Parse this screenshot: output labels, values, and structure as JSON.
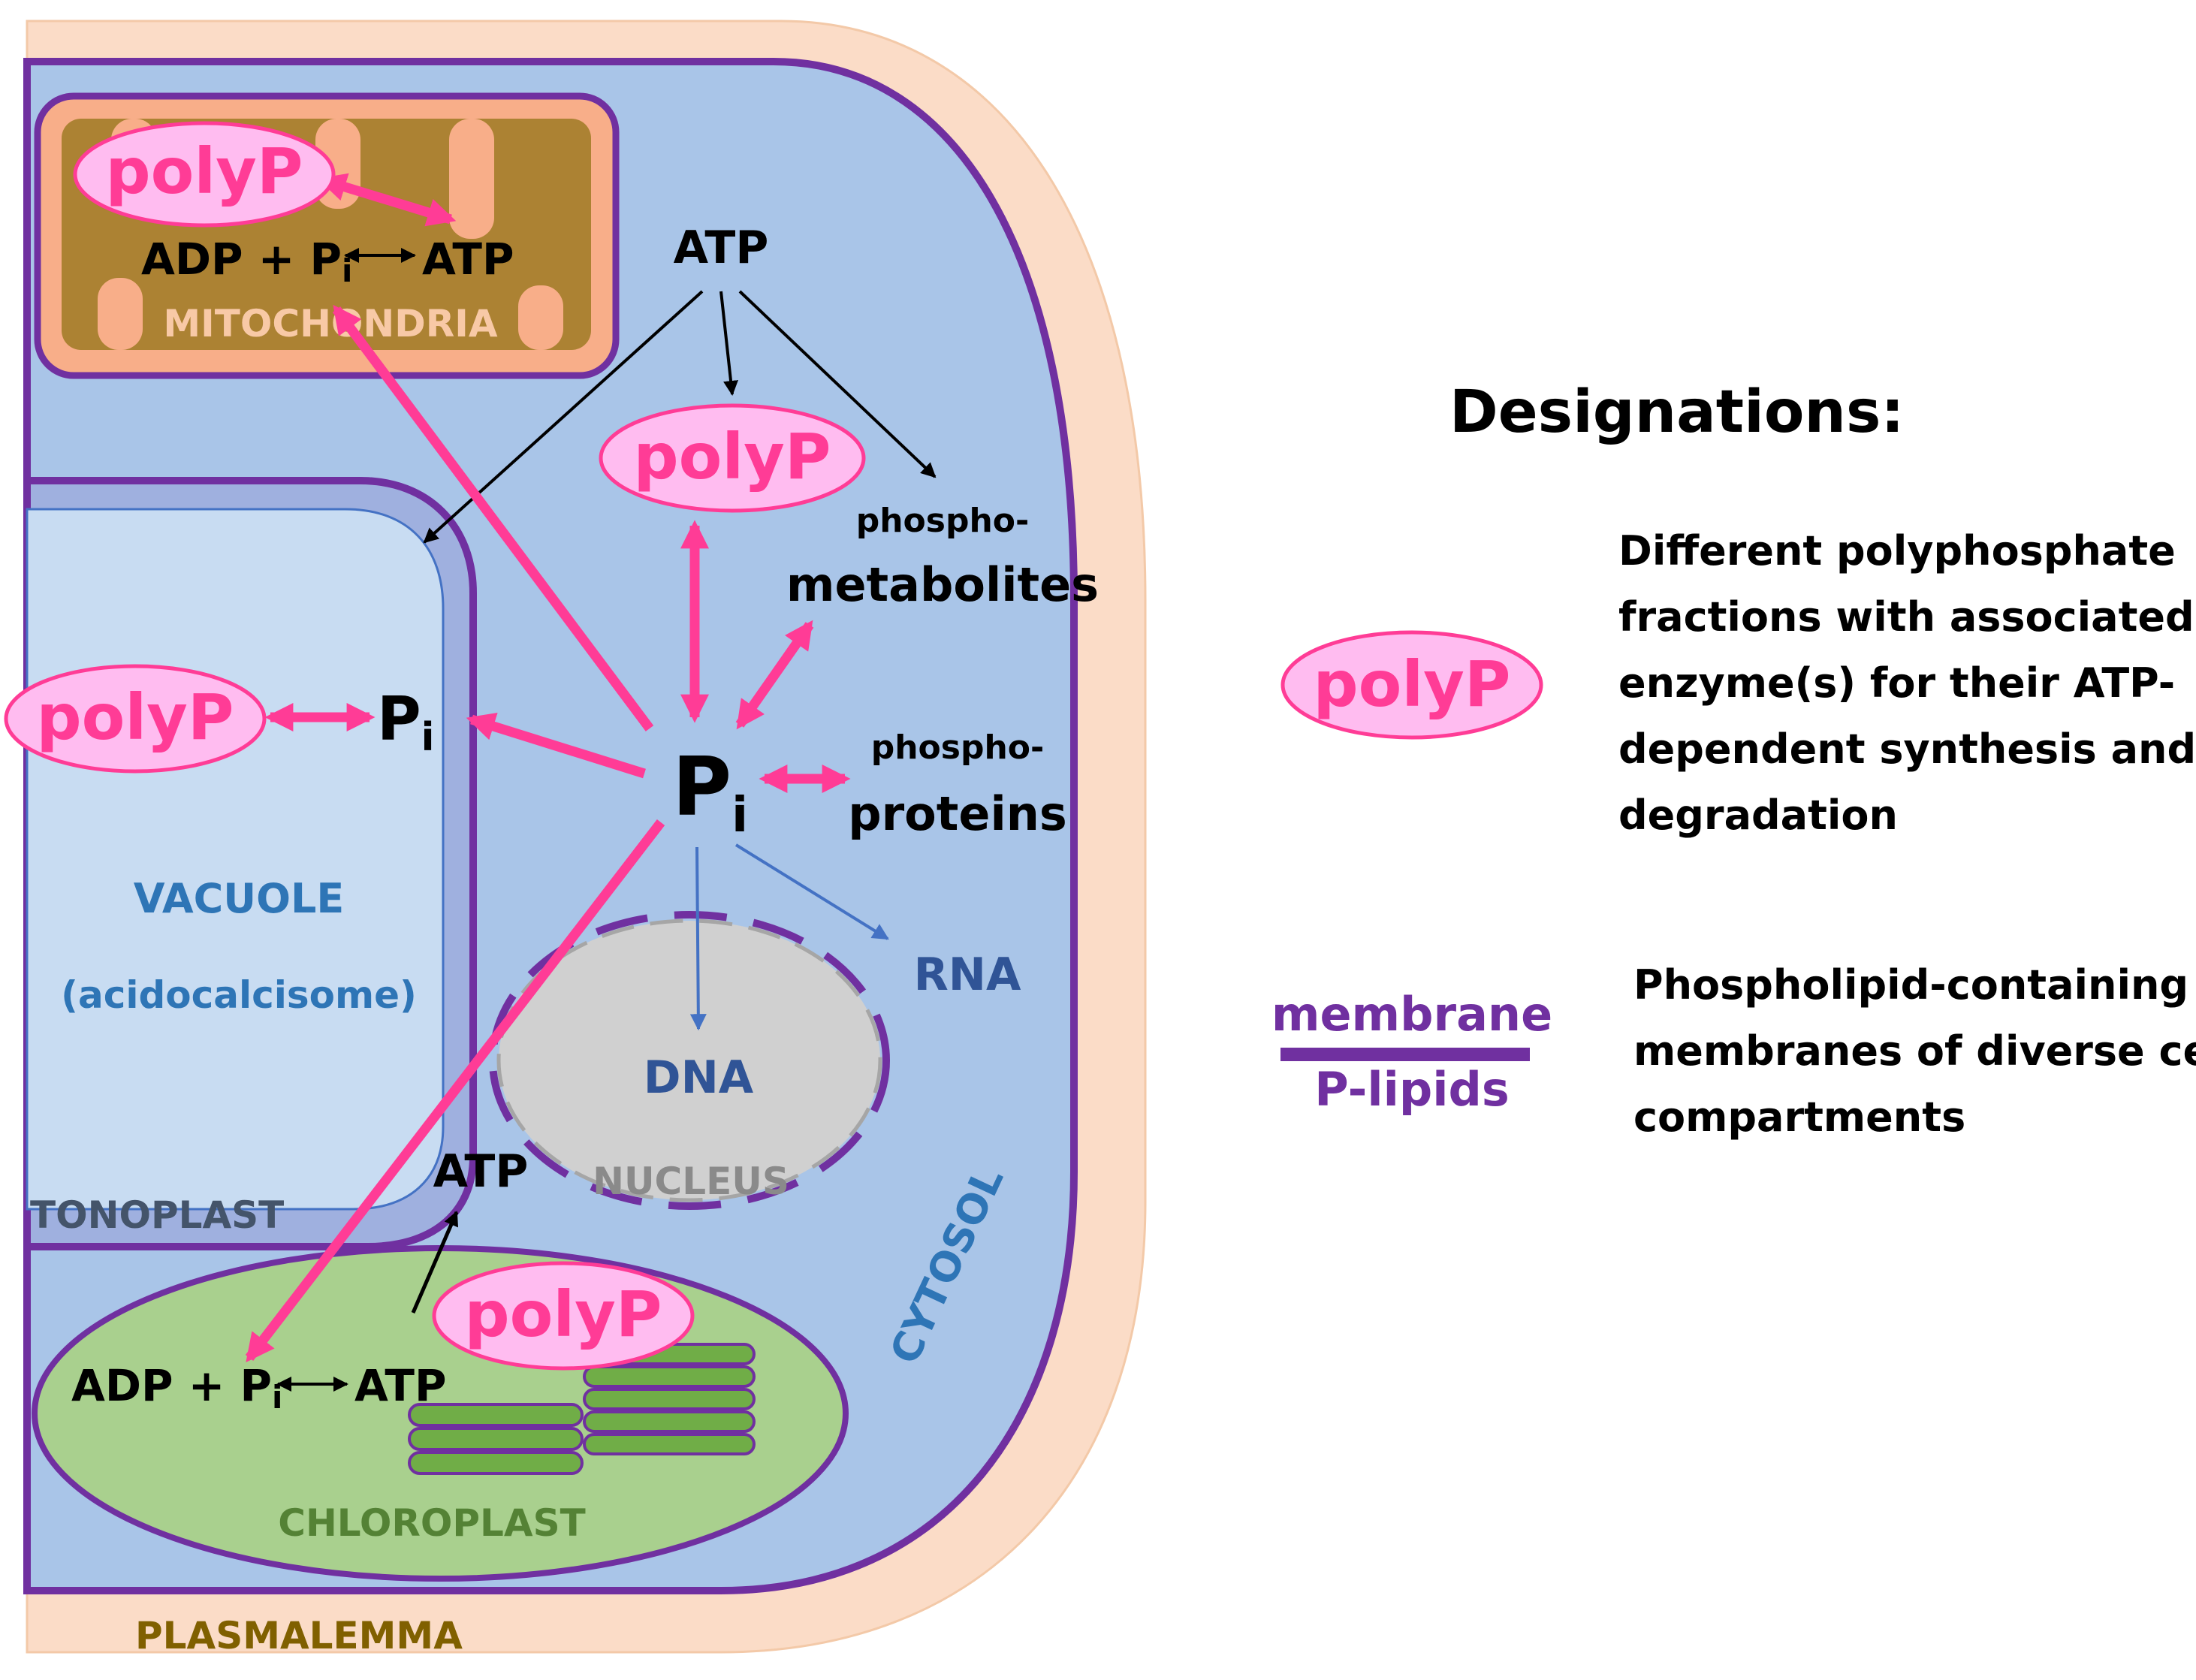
{
  "colors": {
    "pink": "#ff3c96",
    "pink_fill": "#ffbcf0",
    "purple": "#7030a0",
    "cytosol": "#a9c5e8",
    "vacuole": "#c8dcf2",
    "tonoplast": "#9fb0df",
    "wall": "#fbdcc7",
    "mito": "#ac8233",
    "mito_rim": "#f8ae89",
    "chloro": "#a9d08e",
    "thylakoid": "#70ad47",
    "nucleus": "#d0d0d0",
    "blue_text": "#2e75b6",
    "dark_blue_text": "#305496",
    "grey_text": "#8a8a8a",
    "brown_text": "#806000",
    "green_text": "#548235"
  },
  "labels": {
    "polyp": "polyP",
    "pi_main": "P",
    "pi_sub": "i",
    "pi_vac": "P",
    "pi_vac_sub": "i",
    "mito_eq_left": "ADP + P",
    "mito_eq_sub": "i",
    "mito_eq_right": "ATP",
    "mito_name": "MITOCHONDRIA",
    "atp_top": "ATP",
    "phospho_met_1": "phospho-",
    "phospho_met_2": "metabolites",
    "phospho_prot_1": "phospho-",
    "phospho_prot_2": "proteins",
    "rna": "RNA",
    "dna": "DNA",
    "nucleus_name": "NUCLEUS",
    "vacuole_name": "VACUOLE",
    "vacuole_sub": "(acidocalcisome)",
    "tonoplast": "TONOPLAST",
    "atp_chloro_out": "ATP",
    "chloro_eq_left": "ADP + P",
    "chloro_eq_sub": "i",
    "chloro_eq_right": "ATP",
    "chloro_name": "CHLOROPLAST",
    "cytosol": "CYTOSOL",
    "plasmalemma": "PLASMALEMMA"
  },
  "legend": {
    "title": "Designations:",
    "polyp_desc": [
      "Different polyphosphate",
      "fractions with associated",
      "enzyme(s) for their ATP-",
      "dependent synthesis and",
      "degradation"
    ],
    "membrane_top": "membrane",
    "membrane_bottom": "P-lipids",
    "membrane_desc": [
      "Phospholipid-containing",
      "membranes of diverse cell",
      "compartments"
    ]
  }
}
